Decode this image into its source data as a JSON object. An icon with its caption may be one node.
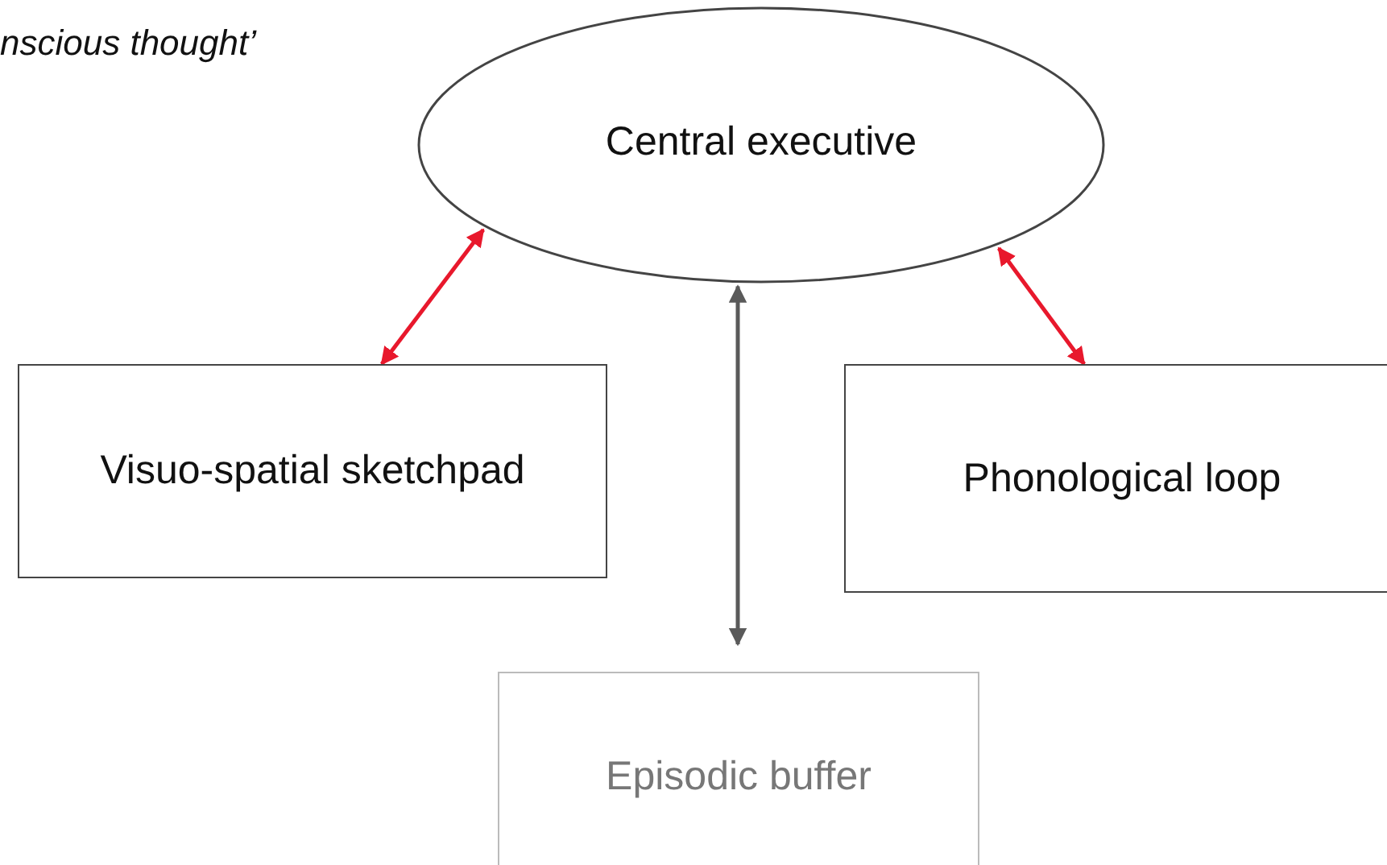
{
  "diagram": {
    "nodes": [
      {
        "text": [
          "Central executive"
        ]
      },
      {
        "text": [
          "Visuo-spatial sketchpad"
        ]
      },
      {
        "text": [
          "Phonological loop"
        ]
      },
      {
        "text": [
          "Episodic buffer"
        ]
      }
    ],
    "edges": [
      {
        "from": 0,
        "to": 1,
        "arrow": "both"
      },
      {
        "from": 0,
        "to": 2,
        "arrow": "both"
      },
      {
        "from": 0,
        "to": 3,
        "arrow": "both",
        "color": "#5a5a5a"
      }
    ],
    "labels": [
      "nscious thought’"
    ]
  }
}
